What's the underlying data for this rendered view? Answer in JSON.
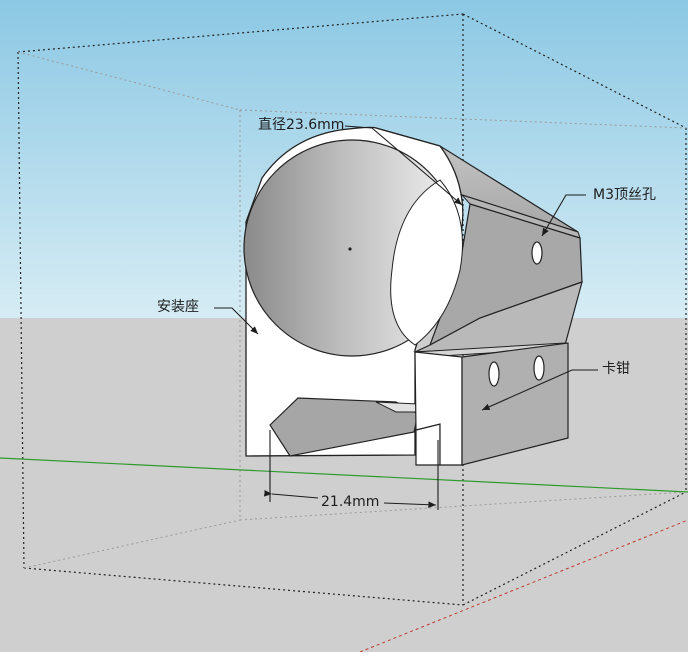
{
  "scene": {
    "sky_color_top": "#8cc8e4",
    "sky_color_bottom": "#d4ebf3",
    "ground_color": "#cfcfcf",
    "model_face_color": "#ffffff",
    "model_shade_color": "#a8a8a8",
    "axis_green": "#2e9a2e",
    "axis_red": "#c0392b"
  },
  "annotations": {
    "diameter": "直径23.6mm",
    "screw_hole": "M3顶丝孔",
    "mount_base": "安装座",
    "clamp": "卡钳",
    "width_dim": "21.4mm"
  }
}
